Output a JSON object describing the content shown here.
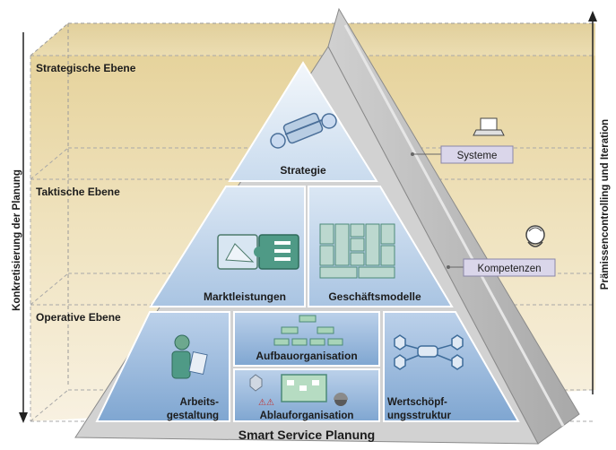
{
  "levels": {
    "strategic": "Strategische Ebene",
    "tactical": "Taktische Ebene",
    "operative": "Operative Ebene"
  },
  "axis_left": "Konkretisierung der Planung",
  "axis_right": "Prämissencontrolling und Iteration",
  "pyramid_title": "Smart Service Planung",
  "cells": {
    "strategie": "Strategie",
    "marktleistungen": "Marktleistungen",
    "geschaeftsmodelle": "Geschäftsmodelle",
    "aufbauorganisation": "Aufbauorganisation",
    "arbeitsgestaltung_1": "Arbeits-",
    "arbeitsgestaltung_2": "gestaltung",
    "ablauforganisation": "Ablauforganisation",
    "wertschoepfung_1": "Wertschöpf-",
    "wertschoepfung_2": "ungsstruktur"
  },
  "side_labels": {
    "systeme": "Systeme",
    "kompetenzen": "Kompetenzen"
  },
  "colors": {
    "band_top": "#e9d9a6",
    "band_mid": "#efe3bf",
    "band_low": "#f6eedb",
    "pyramid_frame": "#c9c9c9",
    "cell_top": "#dce8f4",
    "cell_mid": "#b5cde6",
    "cell_low": "#8fb3d8",
    "label_box": "#dad6ea"
  }
}
